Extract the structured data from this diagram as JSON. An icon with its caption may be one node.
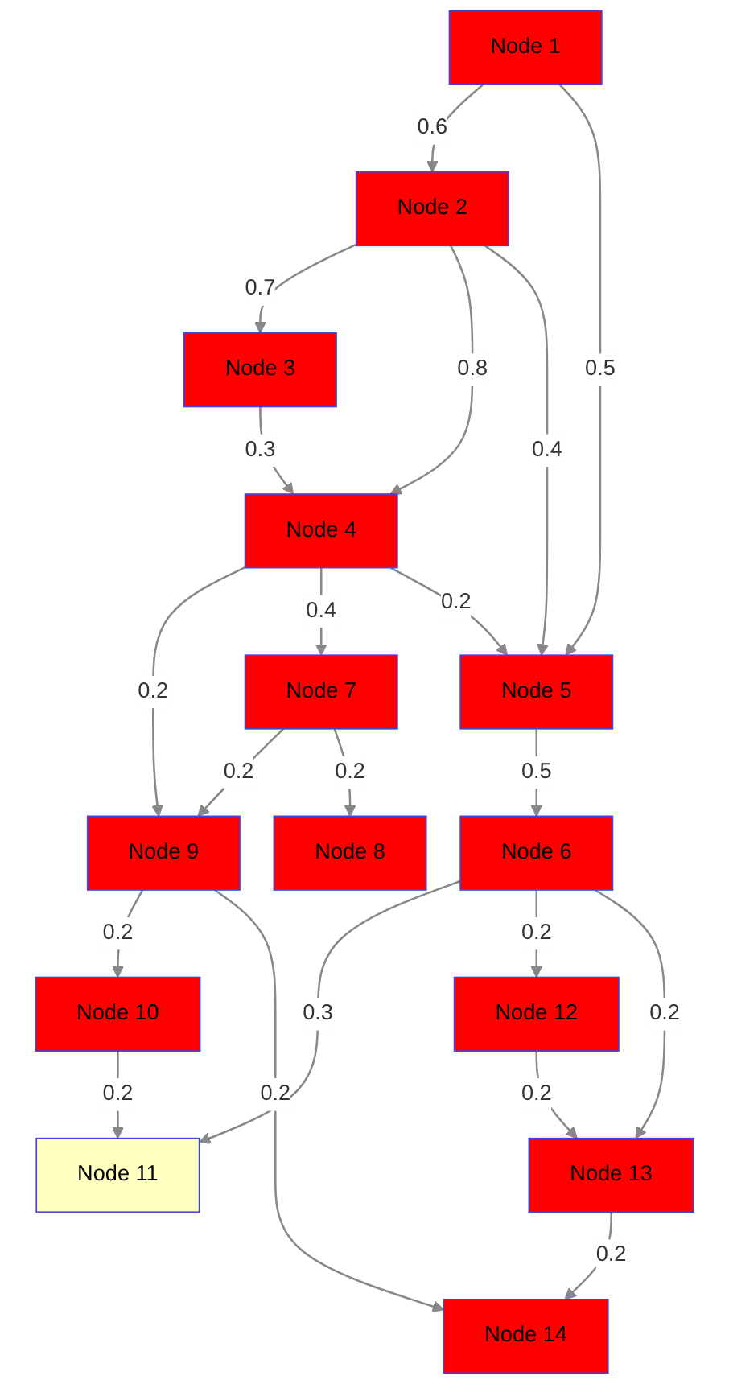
{
  "diagram": {
    "nodes": [
      {
        "text": [
          "Node 1"
        ]
      },
      {
        "text": [
          "Node 2"
        ]
      },
      {
        "text": [
          "Node 3"
        ]
      },
      {
        "text": [
          "Node 4"
        ]
      },
      {
        "text": [
          "Node 5"
        ]
      },
      {
        "text": [
          "Node 6"
        ]
      },
      {
        "text": [
          "Node 7"
        ]
      },
      {
        "text": [
          "Node 8"
        ]
      },
      {
        "text": [
          "Node 9"
        ]
      },
      {
        "text": [
          "Node 10"
        ]
      },
      {
        "text": [
          "Node 11"
        ]
      },
      {
        "text": [
          "Node 12"
        ]
      },
      {
        "text": [
          "Node 13"
        ]
      },
      {
        "text": [
          "Node 14"
        ]
      }
    ],
    "edges": [
      {
        "from": 0,
        "to": 1,
        "arrow": "to",
        "label": "0.6"
      },
      {
        "from": 0,
        "to": 4,
        "arrow": "to",
        "label": "0.5"
      },
      {
        "from": 1,
        "to": 2,
        "arrow": "to",
        "label": "0.7"
      },
      {
        "from": 1,
        "to": 3,
        "arrow": "to",
        "label": "0.8"
      },
      {
        "from": 1,
        "to": 4,
        "arrow": "to",
        "label": "0.4"
      },
      {
        "from": 2,
        "to": 3,
        "arrow": "to",
        "label": "0.3"
      },
      {
        "from": 3,
        "to": 8,
        "arrow": "to",
        "label": "0.2"
      },
      {
        "from": 3,
        "to": 6,
        "arrow": "to",
        "label": "0.4"
      },
      {
        "from": 3,
        "to": 4,
        "arrow": "to",
        "label": "0.2"
      },
      {
        "from": 6,
        "to": 8,
        "arrow": "to",
        "label": "0.2"
      },
      {
        "from": 6,
        "to": 7,
        "arrow": "to",
        "label": "0.2"
      },
      {
        "from": 4,
        "to": 5,
        "arrow": "to",
        "label": "0.5"
      },
      {
        "from": 8,
        "to": 9,
        "arrow": "to",
        "label": "0.2"
      },
      {
        "from": 8,
        "to": 13,
        "arrow": "to",
        "label": "0.2"
      },
      {
        "from": 9,
        "to": 10,
        "arrow": "to",
        "label": "0.2"
      },
      {
        "from": 5,
        "to": 10,
        "arrow": "to",
        "label": "0.3"
      },
      {
        "from": 5,
        "to": 11,
        "arrow": "to",
        "label": "0.2"
      },
      {
        "from": 5,
        "to": 12,
        "arrow": "to",
        "label": "0.2"
      },
      {
        "from": 11,
        "to": 12,
        "arrow": "to",
        "label": "0.2"
      },
      {
        "from": 12,
        "to": 13,
        "arrow": "to",
        "label": "0.2"
      }
    ]
  }
}
